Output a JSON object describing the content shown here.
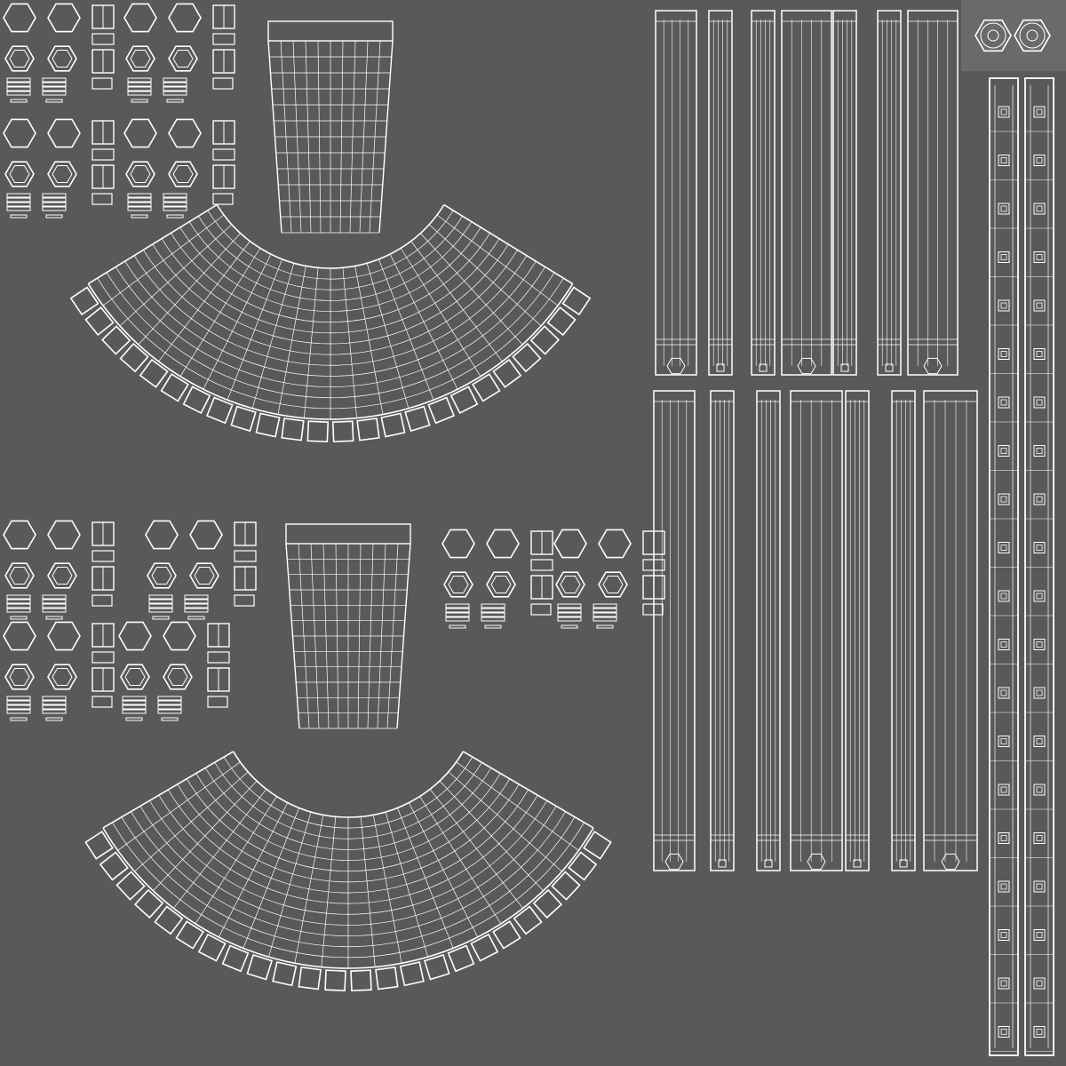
{
  "colors": {
    "background": "#595959",
    "wire": "#ffffff",
    "corner_patch": "#6a6a6a"
  },
  "image": {
    "kind": "uv-layout-wireframe",
    "panels": [
      "upper-fan-shell",
      "lower-fan-shell",
      "strap-strips",
      "side-rails",
      "hex-part-clusters"
    ]
  }
}
